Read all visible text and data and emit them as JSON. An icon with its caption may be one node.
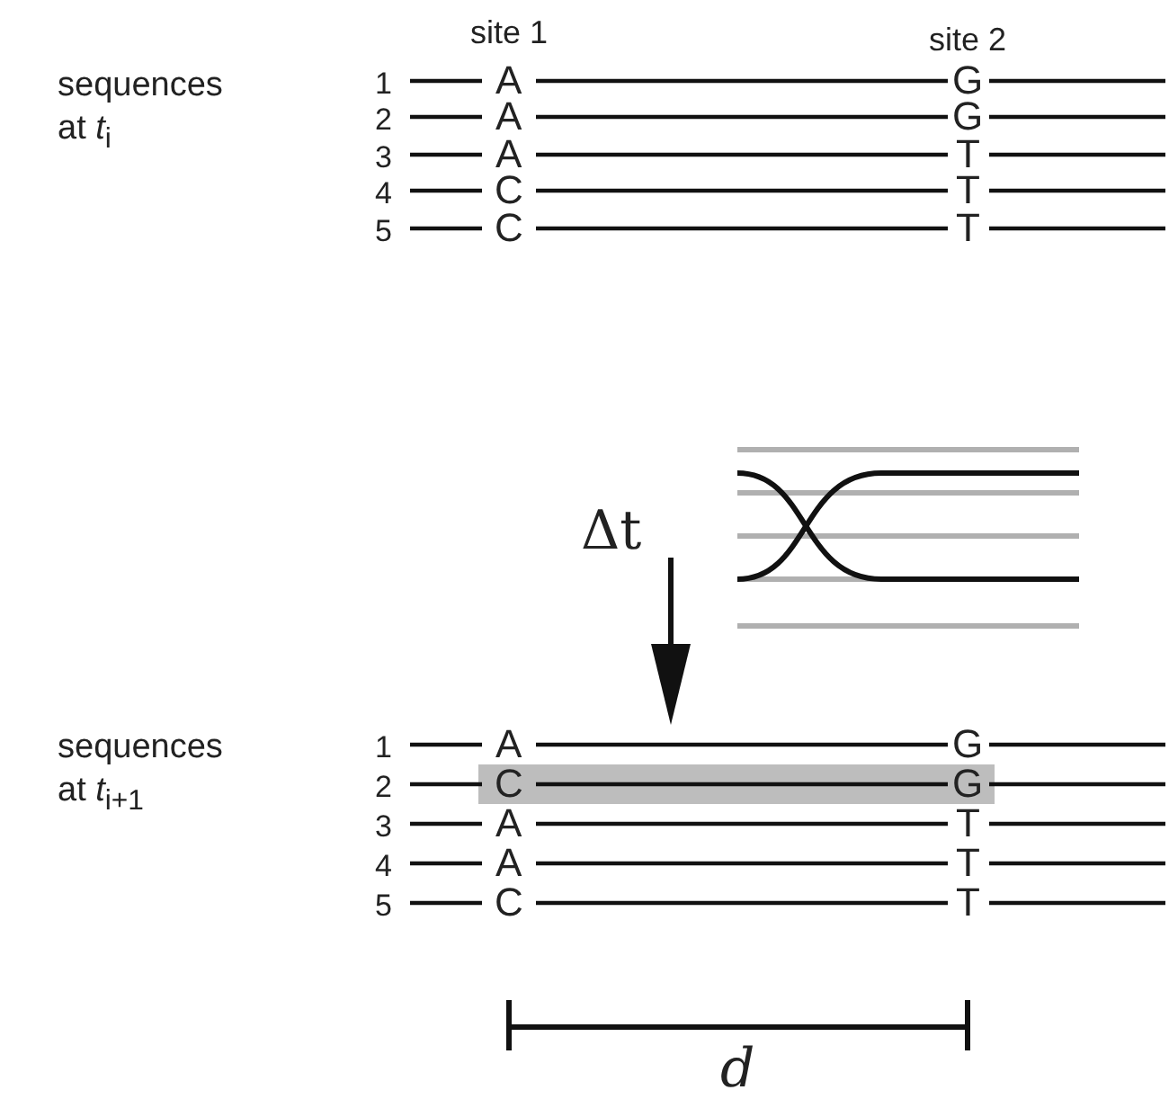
{
  "diagram": {
    "labels": [
      "site 1",
      "site 2",
      "sequences at *t*$_{i}$",
      "1",
      "A",
      "G",
      "2",
      "A",
      "G",
      "3",
      "A",
      "T",
      "4",
      "C",
      "T",
      "5",
      "C",
      "T",
      "Δt",
      "sequences at *t*$_{i+1}$",
      "1",
      "A",
      "G",
      "2",
      "C",
      "G",
      "3",
      "A",
      "T",
      "4",
      "A",
      "T",
      "5",
      "C",
      "T",
      "d"
    ]
  }
}
